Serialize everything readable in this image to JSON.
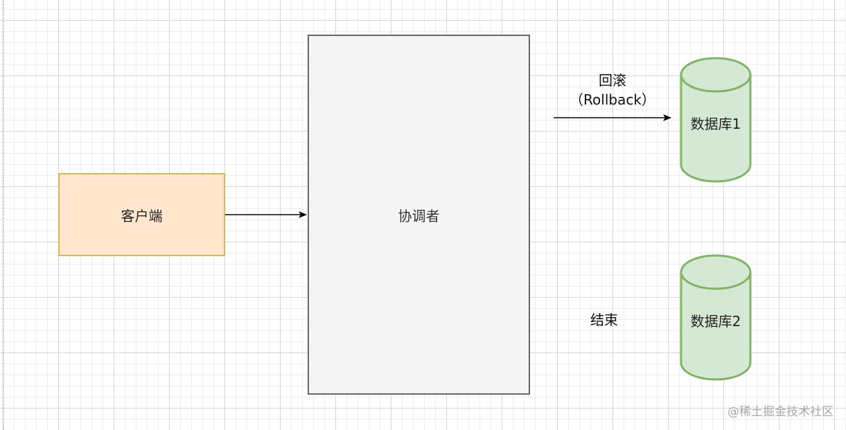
{
  "diagram": {
    "client_label": "客户端",
    "coordinator_label": "协调者",
    "database_1_label": "数据库1",
    "database_2_label": "数据库2",
    "rollback_label_line1": "回滚",
    "rollback_label_line2": "（Rollback）",
    "end_label": "结束"
  },
  "colors": {
    "client_fill": "#ffe6cc",
    "client_stroke": "#d6b656",
    "coordinator_fill": "#f5f5f5",
    "coordinator_stroke": "#666666",
    "database_fill": "#d5e8d4",
    "database_stroke": "#82b366",
    "arrow": "#000000"
  },
  "watermark": "@稀土掘金技术社区"
}
